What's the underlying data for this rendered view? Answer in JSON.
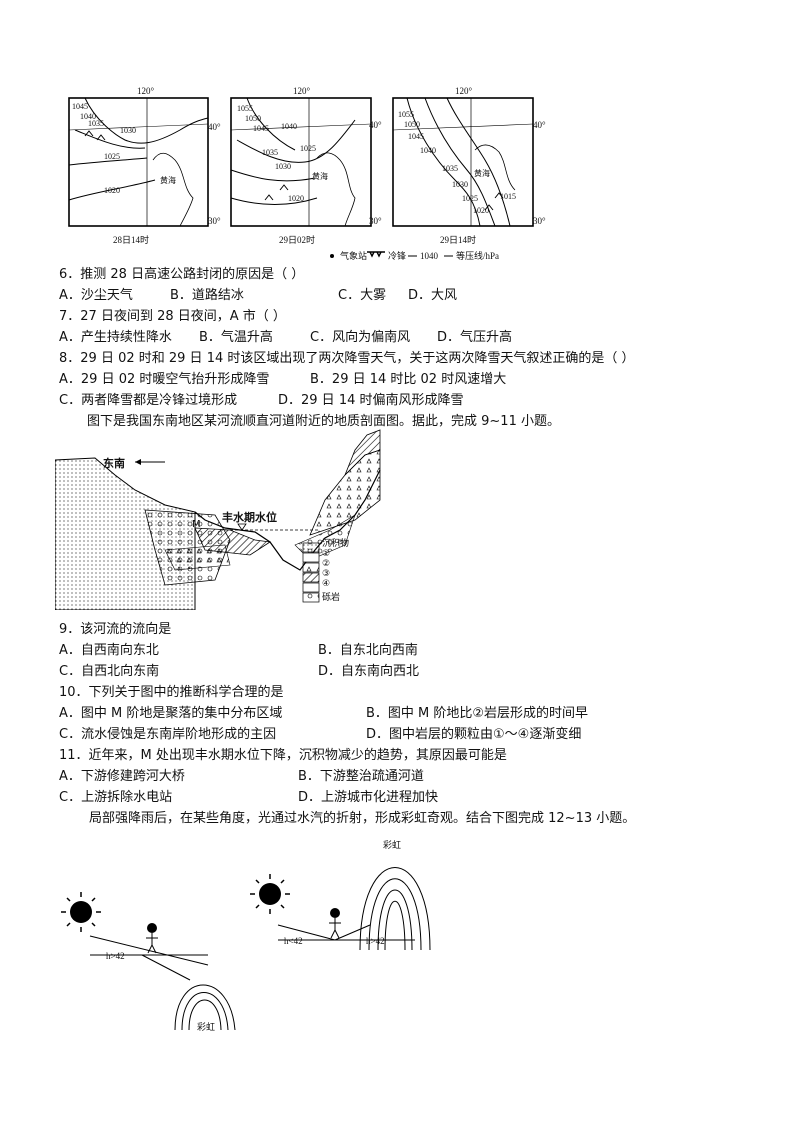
{
  "maps": {
    "lon_label": "120°",
    "lat40": "40°",
    "lat30": "30°",
    "sea": "黄海",
    "map1": {
      "caption": "28日14时",
      "isobars": [
        "1045",
        "1040",
        "1035",
        "1030",
        "1025",
        "1020"
      ]
    },
    "map2": {
      "caption": "29日02时",
      "isobars": [
        "1055",
        "1050",
        "1045",
        "1040",
        "1035",
        "1030",
        "1025",
        "1020"
      ]
    },
    "map3": {
      "caption": "29日14时",
      "isobars": [
        "1055",
        "1050",
        "1045",
        "1040",
        "1035",
        "1030",
        "1025",
        "1020",
        "1015"
      ]
    },
    "legend": {
      "station": "气象站",
      "front": "冷锋",
      "isobar": "1040",
      "isobar_label": "等压线/hPa"
    }
  },
  "questions": {
    "q6": {
      "stem": "6．推测 28 日高速公路封闭的原因是（    ）",
      "a": "A．沙尘天气",
      "b": "B．道路结冰",
      "c": "C．大雾",
      "d": "D．大风"
    },
    "q7": {
      "stem": "7．27 日夜间到 28 日夜间，A 市（    ）",
      "a": "A．产生持续性降水",
      "b": "B．气温升高",
      "c": "C．风向为偏南风",
      "d": "D．气压升高"
    },
    "q8": {
      "stem": "8．29 日 02 时和 29 日 14 时该区域出现了两次降雪天气，关于这两次降雪天气叙述正确的是（    ）",
      "a": "A．29 日 02 时暖空气抬升形成降雪",
      "b": "B．29 日 14 时比 02 时风速增大",
      "c": "C．两者降雪都是冷锋过境形成",
      "d": "D．29 日 14 时偏南风形成降雪"
    },
    "intro9": "图下是我国东南地区某河流顺直河道附近的地质剖面图。据此，完成 9~11 小题。",
    "q9": {
      "stem": "9．该河流的流向是",
      "a": "A．自西南向东北",
      "b": "B．自东北向西南",
      "c": "C．自西北向东南",
      "d": "D．自东南向西北"
    },
    "q10": {
      "stem": "10．下列关于图中的推断科学合理的是",
      "a": "A．图中 M 阶地是聚落的集中分布区域",
      "b": "B．图中 M 阶地比②岩层形成的时间早",
      "c": "C．流水侵蚀是东南岸阶地形成的主因",
      "d": "D．图中岩层的颗粒由①～④逐渐变细"
    },
    "q11": {
      "stem": "11．近年来，M 处出现丰水期水位下降，沉积物减少的趋势，其原因最可能是",
      "a": "A．下游修建跨河大桥",
      "b": "B．下游整治疏通河道",
      "c": "C．上游拆除水电站",
      "d": "D．上游城市化进程加快"
    },
    "intro12": "局部强降雨后，在某些角度，光通过水汽的折射，形成彩虹奇观。结合下图完成 12~13 小题。"
  },
  "section_fig": {
    "direction": "东南",
    "water_level": "丰水期水位",
    "point": "M",
    "legend": [
      "沉积物",
      "①",
      "②",
      "③",
      "④",
      "砾岩"
    ]
  },
  "rainbow_fig": {
    "left_angle": "h>42",
    "left_label": "彩虹",
    "right_angle_left": "h<42",
    "right_angle_right": "h>42",
    "right_label": "彩虹"
  }
}
